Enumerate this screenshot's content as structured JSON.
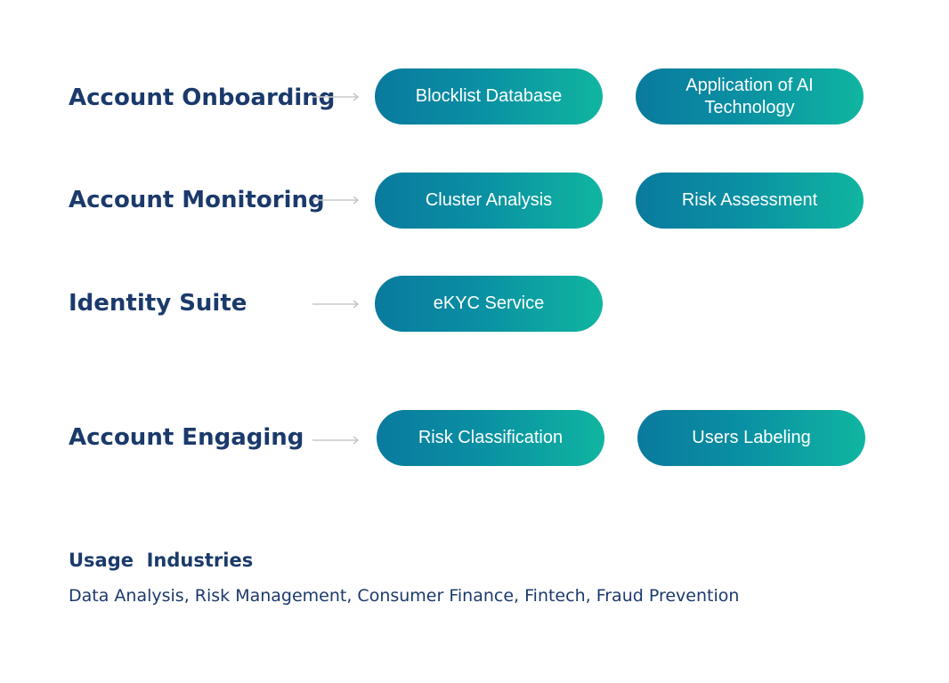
{
  "rows": [
    {
      "label": "Account Onboarding",
      "items": [
        "Blocklist Database",
        "Application of AI Technology"
      ]
    },
    {
      "label": "Account Monitoring",
      "items": [
        "Cluster Analysis",
        "Risk Assessment"
      ]
    },
    {
      "label": "Identity Suite",
      "items": [
        "eKYC Service"
      ]
    },
    {
      "label": "Account Engaging",
      "items": [
        "Risk Classification",
        "Users Labeling"
      ]
    }
  ],
  "usage": {
    "title": "Usage  Industries",
    "text": "Data Analysis, Risk Management, Consumer Finance, Fintech, Fraud Prevention"
  },
  "colors": {
    "label_text": "#1b3a6b",
    "pill_start": "#0a7a9e",
    "pill_end": "#10b5a0",
    "arrow": "#c8c8c8"
  }
}
